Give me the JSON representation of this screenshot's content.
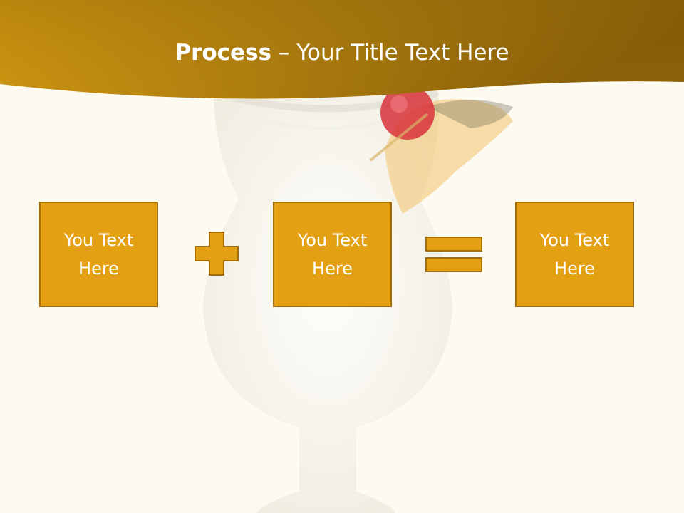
{
  "slide": {
    "title_bold": "Process",
    "title_rest": " – Your Title Text Here",
    "boxes": [
      {
        "text": "You Text Here"
      },
      {
        "text": "You Text Here"
      },
      {
        "text": "You Text Here"
      }
    ],
    "operators": [
      "plus-icon",
      "equals-icon"
    ]
  },
  "colors": {
    "header_dark": "#8d6208",
    "header_light": "#e2a412",
    "box_fill": "#e3a012",
    "box_border": "#a36d07",
    "background": "#fdfaf2"
  }
}
